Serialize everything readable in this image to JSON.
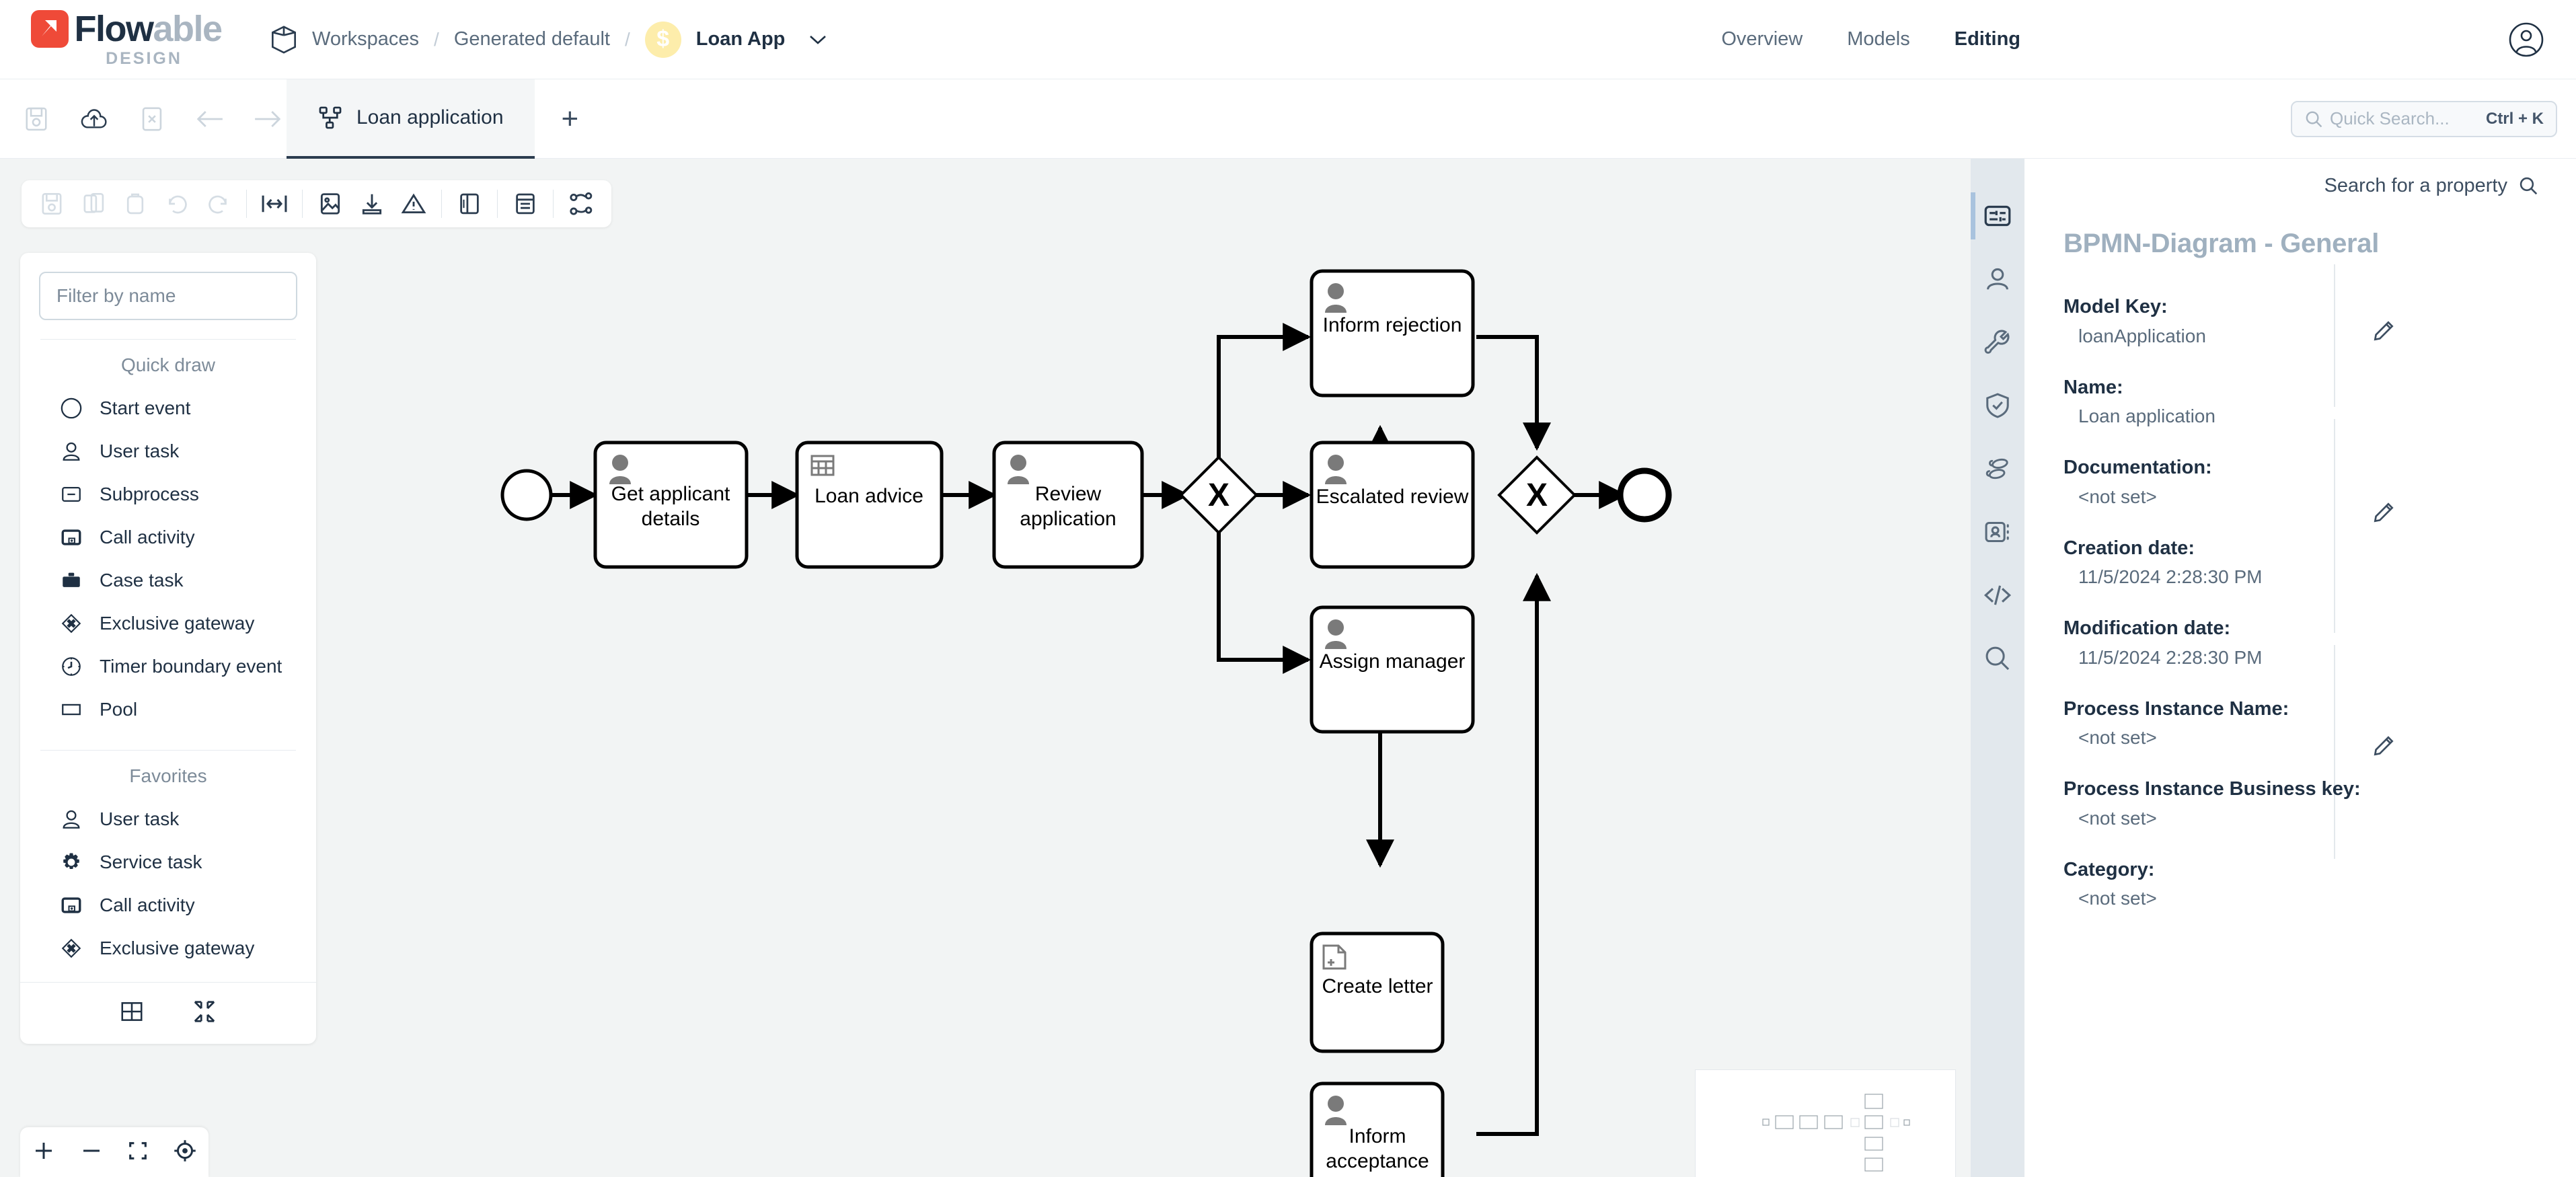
{
  "header": {
    "logo": {
      "brand_dark": "Flow",
      "brand_gray": "able",
      "sub": "DESIGN",
      "mark_color": "#ef4a38"
    },
    "breadcrumb": [
      {
        "label": "Workspaces",
        "icon": "cube-icon",
        "strong": false
      },
      {
        "label": "Generated default",
        "strong": false
      },
      {
        "label": "Loan App",
        "strong": true,
        "badge": "$",
        "badge_color": "#fdedab",
        "chevron": true
      }
    ],
    "separator": "/",
    "nav": [
      {
        "label": "Overview",
        "active": false
      },
      {
        "label": "Models",
        "active": false
      },
      {
        "label": "Editing",
        "active": true
      }
    ],
    "avatar_icon": "user-avatar-icon"
  },
  "tabbar": {
    "tools": [
      "save-icon",
      "cloud-upload-icon",
      "close-doc-icon",
      "arrow-left-icon",
      "arrow-right-icon"
    ],
    "tab": {
      "label": "Loan application",
      "icon": "process-diagram-icon",
      "active": true
    },
    "add_tab": "+",
    "search": {
      "placeholder": "Quick Search...",
      "shortcut": "Ctrl + K",
      "icon": "search-icon"
    }
  },
  "canvas_toolbar": {
    "groups": [
      [
        "save-icon",
        "copy-icon",
        "paste-icon",
        "undo-icon",
        "redo-icon"
      ],
      [
        "fit-width-icon"
      ],
      [
        "image-export-icon",
        "download-icon",
        "validation-warning-icon"
      ],
      [
        "toggle-panel-icon"
      ],
      [
        "form-layout-icon"
      ],
      [
        "flow-path-icon"
      ]
    ]
  },
  "palette": {
    "filter_placeholder": "Filter by name",
    "quick_draw_title": "Quick draw",
    "quick_draw": [
      {
        "label": "Start event",
        "icon": "start-event-icon"
      },
      {
        "label": "User task",
        "icon": "user-task-icon"
      },
      {
        "label": "Subprocess",
        "icon": "subprocess-icon"
      },
      {
        "label": "Call activity",
        "icon": "call-activity-icon"
      },
      {
        "label": "Case task",
        "icon": "case-task-icon"
      },
      {
        "label": "Exclusive gateway",
        "icon": "exclusive-gateway-icon"
      },
      {
        "label": "Timer boundary event",
        "icon": "timer-boundary-event-icon"
      },
      {
        "label": "Pool",
        "icon": "pool-icon"
      }
    ],
    "favorites_title": "Favorites",
    "favorites": [
      {
        "label": "User task",
        "icon": "user-task-icon"
      },
      {
        "label": "Service task",
        "icon": "service-task-icon"
      },
      {
        "label": "Call activity",
        "icon": "call-activity-icon"
      },
      {
        "label": "Exclusive gateway",
        "icon": "exclusive-gateway-icon"
      }
    ],
    "footer_icons": [
      "grid-view-icon",
      "collapse-icon"
    ]
  },
  "zoom_controls": [
    "zoom-in-icon",
    "zoom-out-icon",
    "fit-screen-icon",
    "center-target-icon"
  ],
  "diagram": {
    "nodes": [
      {
        "id": "start",
        "type": "start-event",
        "label": ""
      },
      {
        "id": "get_applicant",
        "type": "user-task",
        "label": "Get applicant details"
      },
      {
        "id": "loan_advice",
        "type": "decision-task",
        "label": "Loan advice"
      },
      {
        "id": "review_app",
        "type": "user-task",
        "label": "Review application"
      },
      {
        "id": "gw1",
        "type": "exclusive-gateway",
        "label": "X"
      },
      {
        "id": "inform_rejection",
        "type": "user-task",
        "label": "Inform rejection"
      },
      {
        "id": "escalated_review",
        "type": "user-task",
        "label": "Escalated review"
      },
      {
        "id": "assign_manager",
        "type": "user-task",
        "label": "Assign manager"
      },
      {
        "id": "create_letter",
        "type": "script-task",
        "label": "Create letter"
      },
      {
        "id": "inform_acceptance",
        "type": "user-task",
        "label": "Inform acceptance"
      },
      {
        "id": "gw2",
        "type": "exclusive-gateway",
        "label": "X"
      },
      {
        "id": "end",
        "type": "end-event",
        "label": ""
      }
    ]
  },
  "properties": {
    "search_label": "Search for a property",
    "search_icon": "search-icon",
    "title": "BPMN-Diagram - General",
    "fields": [
      {
        "label": "Model Key:",
        "value": "loanApplication"
      },
      {
        "label": "Name:",
        "value": "Loan application"
      },
      {
        "label": "Documentation:",
        "value": "<not set>"
      },
      {
        "label": "Creation date:",
        "value": "11/5/2024 2:28:30 PM"
      },
      {
        "label": "Modification date:",
        "value": "11/5/2024 2:28:30 PM"
      },
      {
        "label": "Process Instance Name:",
        "value": "<not set>"
      },
      {
        "label": "Process Instance Business key:",
        "value": "<not set>"
      },
      {
        "label": "Category:",
        "value": "<not set>"
      }
    ]
  },
  "rail": {
    "items": [
      {
        "icon": "properties-sliders-icon",
        "active": true
      },
      {
        "icon": "person-icon",
        "active": false
      },
      {
        "icon": "wrench-icon",
        "active": false
      },
      {
        "icon": "shield-check-icon",
        "active": false
      },
      {
        "icon": "footsteps-icon",
        "active": false
      },
      {
        "icon": "contact-card-icon",
        "active": false
      },
      {
        "icon": "code-icon",
        "active": false
      },
      {
        "icon": "search-icon",
        "active": false
      }
    ]
  },
  "colors": {
    "canvas_bg": "#f2f4f4",
    "rail_bg": "#e2e8ed",
    "accent_dark": "#1f3043",
    "muted": "#7d8b99",
    "brand_red": "#ef4a38",
    "badge_yellow": "#fdedab"
  }
}
